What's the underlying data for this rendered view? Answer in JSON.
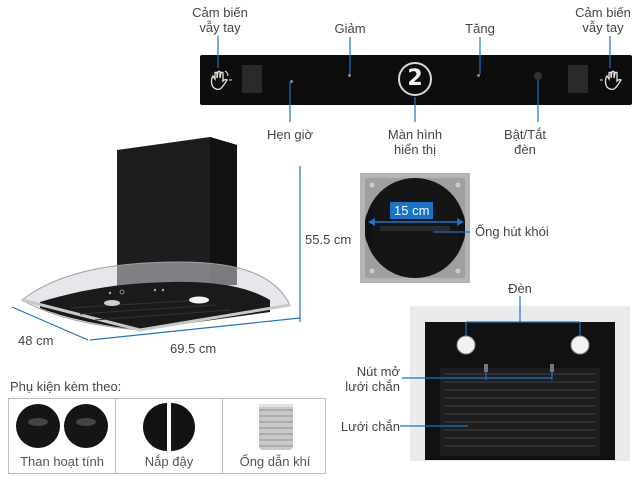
{
  "control_panel": {
    "sensor_left": "Cảm biến\nvẫy tay",
    "sensor_right": "Cảm biến\nvẫy tay",
    "decrease": "Giảm",
    "increase": "Tăng",
    "timer": "Hẹn giờ",
    "display": "Màn hình\nhiển thị",
    "light_toggle": "Bật/Tắt\nđèn",
    "display_digit": "2"
  },
  "dimensions": {
    "height": "55.5 cm",
    "depth": "48 cm",
    "width": "69.5 cm",
    "duct_diameter": "15 cm"
  },
  "duct": {
    "label": "Ống hút khói"
  },
  "underside": {
    "lights": "Đèn",
    "filter_button": "Nút mở\nlưới chắn",
    "filter": "Lưới chắn"
  },
  "accessories": {
    "title": "Phụ kiện kèm theo:",
    "items": [
      {
        "label": "Than hoạt tính"
      },
      {
        "label": "Nắp đậy"
      },
      {
        "label": "Ống dẫn khí"
      }
    ]
  },
  "colors": {
    "accent_blue": "#1a73c9",
    "panel_black": "#0d0d0d"
  }
}
